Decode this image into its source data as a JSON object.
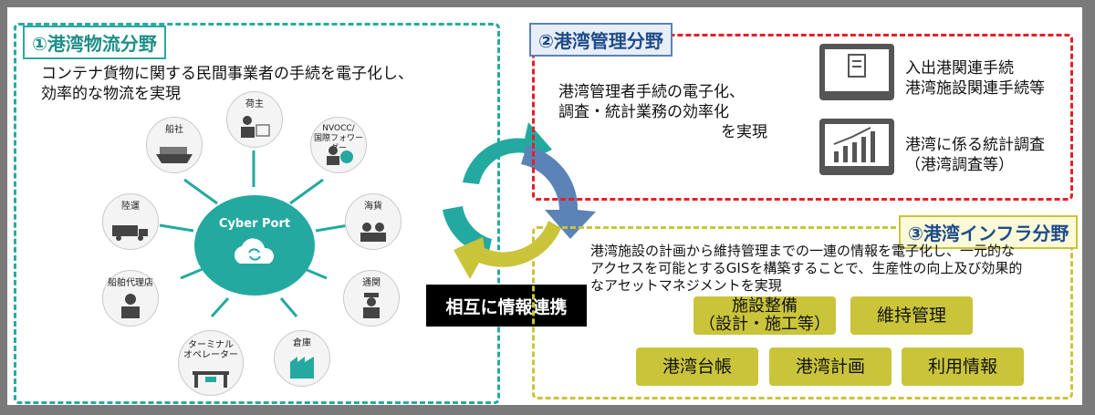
{
  "panel1": {
    "title": "①港湾物流分野",
    "desc": "コンテナ貨物に関する民間事業者の手続を電子化し、\n効率的な物流を実現",
    "hub_label": "Cyber Port",
    "nodes": {
      "shipper": "荷主",
      "nvocc": "NVOCC/\n国際フォワーダー",
      "shipping": "船社",
      "customs_broker": "海貨",
      "land": "陸運",
      "customs": "通関",
      "agent": "船舶代理店",
      "warehouse": "倉庫",
      "terminal": "ターミナル\nオペレーター"
    }
  },
  "panel2": {
    "title": "②港湾管理分野",
    "desc": "港湾管理者手続の電子化、\n調査・統計業務の効率化",
    "desc_tail": "を実現",
    "item1": "入出港関連手続\n港湾施設関連手続等",
    "item2": "港湾に係る統計調査\n（港湾調査等）"
  },
  "panel3": {
    "title": "③港湾インフラ分野",
    "desc": "港湾施設の計画から維持管理までの一連の情報を電子化し、一元的な\nアクセスを可能とするGISを構築することで、生産性の向上及び効果的\nなアセットマネジメントを実現",
    "boxes": {
      "b1": "施設整備\n（設計・施工等）",
      "b2": "維持管理",
      "b3": "港湾台帳",
      "b4": "港湾計画",
      "b5": "利用情報"
    }
  },
  "center_label": "相互に情報連携",
  "colors": {
    "teal": "#24a9a0",
    "blue": "#5b83b5",
    "olive": "#c9c43a",
    "red": "#e2202a"
  }
}
